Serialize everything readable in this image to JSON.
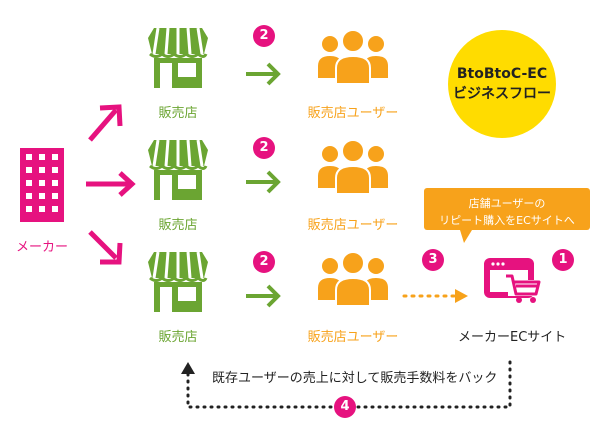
{
  "title": {
    "line1": "BtoBtoC-EC",
    "line2": "ビジネスフロー"
  },
  "maker": {
    "label": "メーカー"
  },
  "stores": [
    {
      "label": "販売店",
      "badge": "2",
      "user_label": "販売店ユーザー"
    },
    {
      "label": "販売店",
      "badge": "2",
      "user_label": "販売店ユーザー"
    },
    {
      "label": "販売店",
      "badge": "2",
      "user_label": "販売店ユーザー"
    }
  ],
  "callout": {
    "line1": "店舗ユーザーの",
    "line2": "リピート購入をECサイトへ"
  },
  "ec_site": {
    "label": "メーカーECサイト",
    "badge": "1"
  },
  "repeat_badge": "3",
  "feedback": {
    "text": "既存ユーザーの売上に対して販売手数料をバック",
    "badge": "4"
  },
  "colors": {
    "green": "#6ba532",
    "orange": "#f7a21b",
    "pink": "#e6127f",
    "yellow": "#ffdc00",
    "black": "#222222"
  }
}
